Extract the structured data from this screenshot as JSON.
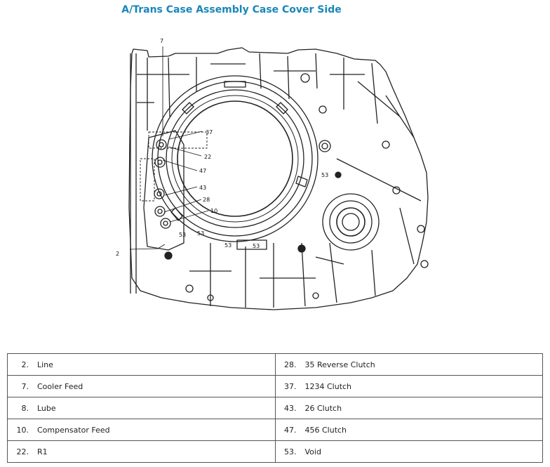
{
  "title": "A/Trans Case Assembly Case Cover Side",
  "callouts": {
    "c7": "7",
    "c37": "37",
    "c22": "22",
    "c47": "47",
    "c43": "43",
    "c28": "28",
    "c10": "10",
    "c2": "2",
    "c53a": "53",
    "c53b": "53",
    "c53c": "53",
    "c53d": "53",
    "c53e": "53"
  },
  "legend": {
    "rows": [
      {
        "left_num": "2.",
        "left_label": "Line",
        "right_num": "28.",
        "right_label": "35 Reverse Clutch"
      },
      {
        "left_num": "7.",
        "left_label": "Cooler Feed",
        "right_num": "37.",
        "right_label": "1234 Clutch"
      },
      {
        "left_num": "8.",
        "left_label": "Lube",
        "right_num": "43.",
        "right_label": "26 Clutch"
      },
      {
        "left_num": "10.",
        "left_label": "Compensator Feed",
        "right_num": "47.",
        "right_label": "456 Clutch"
      },
      {
        "left_num": "22.",
        "left_label": "R1",
        "right_num": "53.",
        "right_label": "Void"
      }
    ]
  }
}
